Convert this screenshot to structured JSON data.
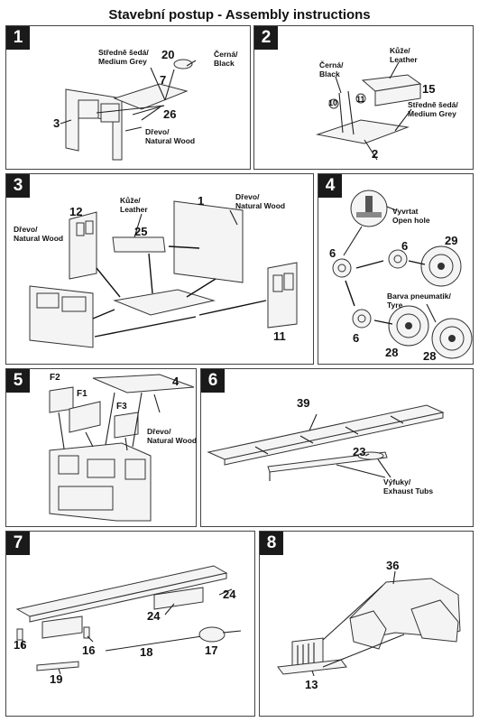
{
  "title": "Stavební postup - Assembly instructions",
  "steps": [
    {
      "number": "1",
      "labels": {
        "grey": "Středně šedá/\nMedium Grey",
        "black": "Černá/\nBlack",
        "wood": "Dřevo/\nNatural Wood"
      },
      "parts": [
        "20",
        "7",
        "3",
        "26"
      ]
    },
    {
      "number": "2",
      "labels": {
        "black": "Černá/\nBlack",
        "leather": "Kůže/\nLeather",
        "grey": "Středně šedá/\nMedium Grey"
      },
      "parts": [
        "10",
        "11",
        "15",
        "2"
      ]
    },
    {
      "number": "3",
      "labels": {
        "wood_left": "Dřevo/\nNatural Wood",
        "leather": "Kůže/\nLeather",
        "wood_right": "Dřevo/\nNatural Wood"
      },
      "parts": [
        "12",
        "25",
        "1",
        "11"
      ]
    },
    {
      "number": "4",
      "labels": {
        "open_hole": "Vyvrtat\nOpen hole",
        "tyre": "Barva pneumatik/\nTyre"
      },
      "parts": [
        "6",
        "6",
        "29",
        "6",
        "28",
        "28"
      ]
    },
    {
      "number": "5",
      "labels": {
        "wood": "Dřevo/\nNatural Wood"
      },
      "parts": [
        "F2",
        "F1",
        "F3",
        "4"
      ]
    },
    {
      "number": "6",
      "labels": {
        "exhaust": "Výfuky/\nExhaust Tubs"
      },
      "parts": [
        "39",
        "23"
      ]
    },
    {
      "number": "7",
      "labels": {},
      "parts": [
        "24",
        "24",
        "16",
        "16",
        "18",
        "17",
        "19"
      ]
    },
    {
      "number": "8",
      "labels": {},
      "parts": [
        "36",
        "13"
      ]
    }
  ]
}
